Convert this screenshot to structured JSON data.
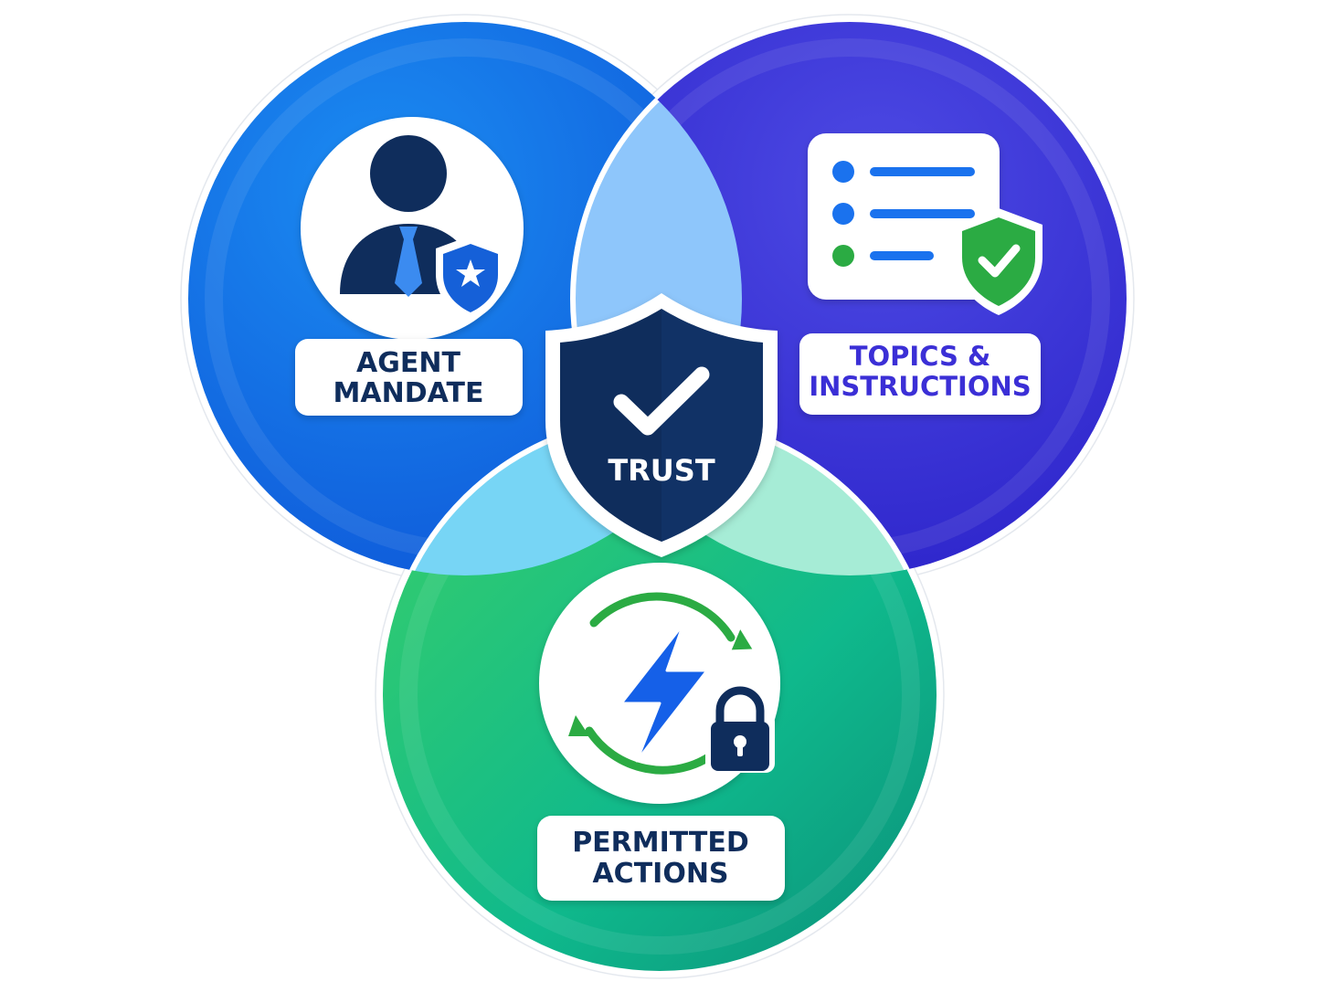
{
  "colors": {
    "blue": "#0f6fea",
    "indigo": "#3b2fd6",
    "green": "#12a878",
    "navy": "#0f2d5c",
    "accent_green": "#2bab43",
    "overlap_blue_indigo": "#8ec6fb",
    "overlap_blue_green": "#77d5f5",
    "overlap_indigo_green": "#a6ecd6"
  },
  "center": {
    "label": "TRUST",
    "icon": "shield-check-icon"
  },
  "circles": [
    {
      "id": "agent-mandate",
      "label_lines": [
        "AGENT",
        "MANDATE"
      ],
      "icon": "user-shield-icon",
      "color": "#0f6fea",
      "label_color": "#0f2d5c"
    },
    {
      "id": "topics-instructions",
      "label_lines": [
        "TOPICS &",
        "INSTRUCTIONS"
      ],
      "icon": "checklist-shield-icon",
      "color": "#3b2fd6",
      "label_color": "#3b2fd6"
    },
    {
      "id": "permitted-actions",
      "label_lines": [
        "PERMITTED",
        "ACTIONS"
      ],
      "icon": "bolt-lock-icon",
      "color": "#12a878",
      "label_color": "#0f2d5c"
    }
  ]
}
